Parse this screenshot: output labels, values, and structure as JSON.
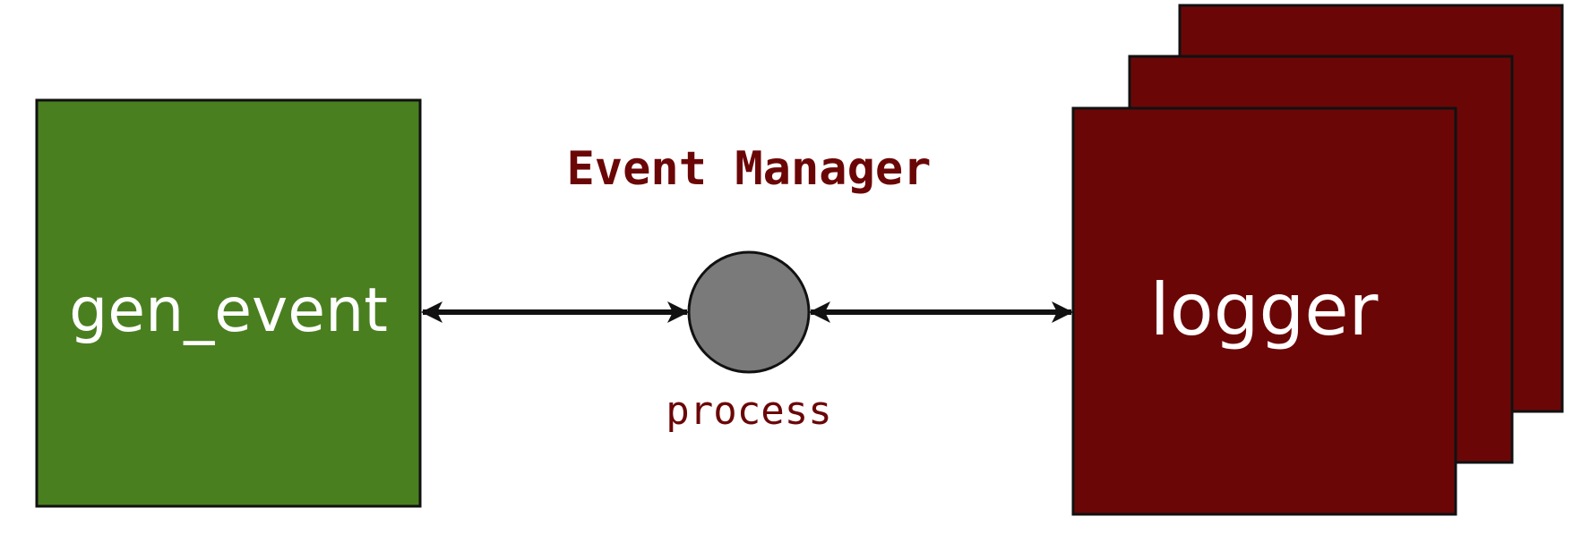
{
  "diagram": {
    "left_box": {
      "label": "gen_event"
    },
    "title": "Event Manager",
    "process": {
      "label": "process"
    },
    "right_stack": {
      "label": "logger",
      "count": 3
    }
  },
  "colors": {
    "left_box_fill": "#4a7f20",
    "logger_fill": "#6b0607",
    "text_dark_red": "#6b0607",
    "process_fill": "#7a7a7a",
    "stroke": "#111111"
  }
}
